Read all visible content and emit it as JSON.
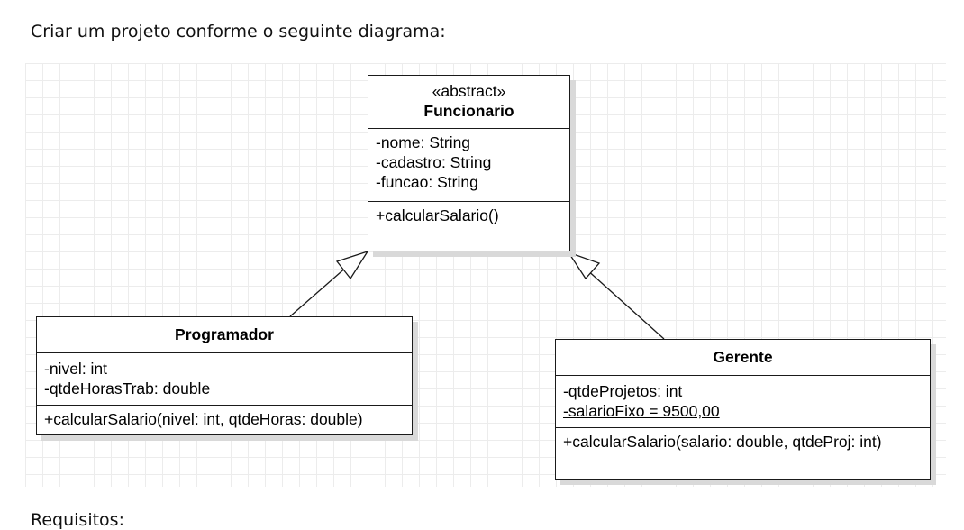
{
  "intro_text": "Criar um projeto conforme o seguinte diagrama:",
  "footer_text": "Requisitos:",
  "classes": {
    "funcionario": {
      "stereotype": "«abstract»",
      "name": "Funcionario",
      "attributes": [
        "-nome: String",
        "-cadastro: String",
        "-funcao: String"
      ],
      "operations": [
        "+calcularSalario()"
      ]
    },
    "programador": {
      "name": "Programador",
      "attributes": [
        "-nivel: int",
        "-qtdeHorasTrab: double"
      ],
      "operations": [
        "+calcularSalario(nivel: int, qtdeHoras: double)"
      ]
    },
    "gerente": {
      "name": "Gerente",
      "attributes": [
        "-qtdeProjetos: int",
        "-salarioFixo = 9500,00"
      ],
      "operations": [
        "+calcularSalario(salario: double, qtdeProj: int)"
      ]
    }
  },
  "relationships": [
    {
      "from": "Programador",
      "to": "Funcionario",
      "type": "generalization"
    },
    {
      "from": "Gerente",
      "to": "Funcionario",
      "type": "generalization"
    }
  ]
}
